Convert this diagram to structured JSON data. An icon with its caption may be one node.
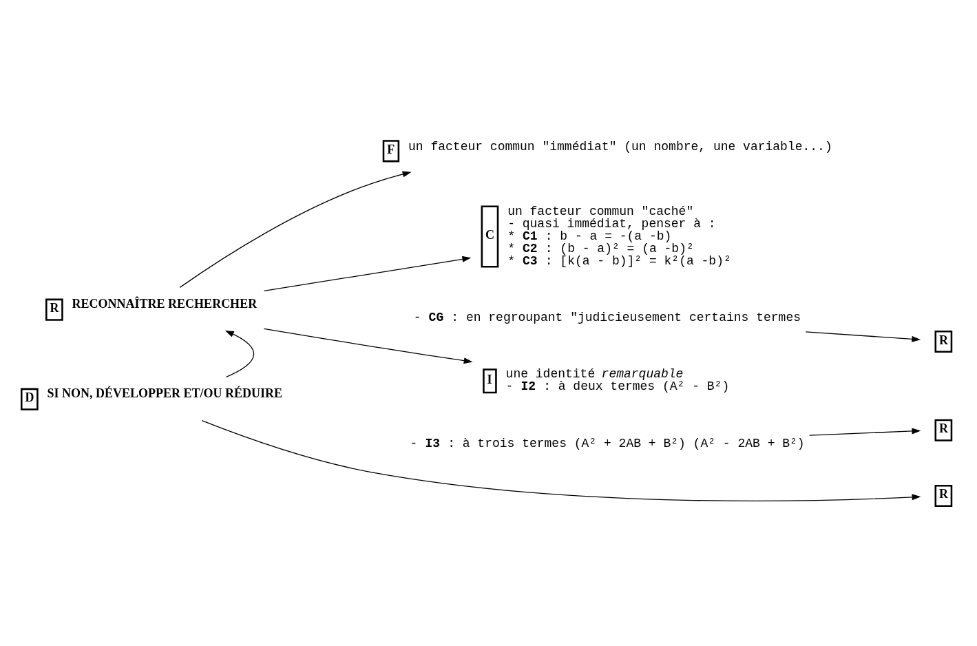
{
  "diagram": {
    "nodes": [
      {
        "text": [
          "R"
        ],
        "beside": [
          "RECONNAÎTRE RECHERCHER"
        ]
      },
      {
        "text": [
          "F"
        ],
        "beside": [
          "un facteur commun \"immédiat\" (un nombre, une variable...)"
        ]
      },
      {
        "text": [
          "C"
        ],
        "beside": [
          "un facteur commun \"caché\"",
          "- quasi immédiat, penser à :",
          "* **C1** : b - a = -(a -b)",
          "* **C2** : (b - a)² = (a -b)²",
          "* **C3** : [k(a - b)]² = k²(a -b)²"
        ]
      },
      {
        "text": [
          "- **CG** : en regroupant \"judicieusement certains termes"
        ]
      },
      {
        "text": [
          "R"
        ]
      },
      {
        "text": [
          "I"
        ],
        "beside": [
          "une identité *remarquable*",
          "- **I2** : à deux termes (A² - B²)"
        ]
      },
      {
        "text": [
          "- **I3** : à trois termes (A² + 2AB + B²) (A² - 2AB + B²)"
        ]
      },
      {
        "text": [
          "R"
        ]
      },
      {
        "text": [
          "D"
        ],
        "beside": [
          "SI NON, DÉVELOPPER ET/OU RÉDUIRE"
        ]
      },
      {
        "text": [
          "R"
        ]
      }
    ],
    "edges": [
      {
        "from": 0,
        "to": 1,
        "arrow": "to"
      },
      {
        "from": 0,
        "to": 2,
        "arrow": "to"
      },
      {
        "from": 0,
        "to": 5,
        "arrow": "to"
      },
      {
        "from": 3,
        "to": 4,
        "arrow": "to"
      },
      {
        "from": 6,
        "to": 7,
        "arrow": "to"
      },
      {
        "from": 8,
        "to": 9,
        "arrow": "to"
      },
      {
        "from": 8,
        "to": 0,
        "arrow": "to"
      }
    ]
  }
}
